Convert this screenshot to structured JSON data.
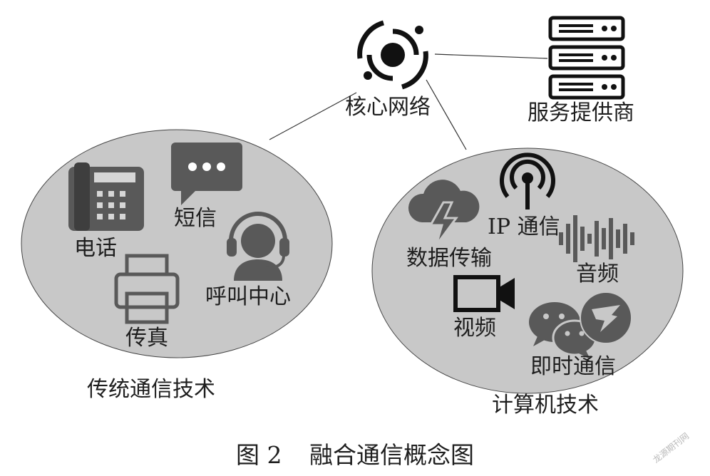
{
  "nodes": {
    "core": "核心网络",
    "provider": "服务提供商"
  },
  "traditional": {
    "group_label": "传统通信技术",
    "phone": "电话",
    "sms": "短信",
    "call_center": "呼叫中心",
    "fax": "传真"
  },
  "computer": {
    "group_label": "计算机技术",
    "data_transfer": "数据传输",
    "ip_comm": "IP 通信",
    "audio": "音频",
    "video": "视频",
    "instant_msg": "即时通信"
  },
  "caption": {
    "figure_no": "图 2",
    "title": "融合通信概念图"
  },
  "watermark": "龙源期刊网",
  "colors": {
    "ellipse_fill": "#c8c8c8",
    "icon_dark": "#595959",
    "icon_black": "#111111",
    "line": "#333333"
  }
}
